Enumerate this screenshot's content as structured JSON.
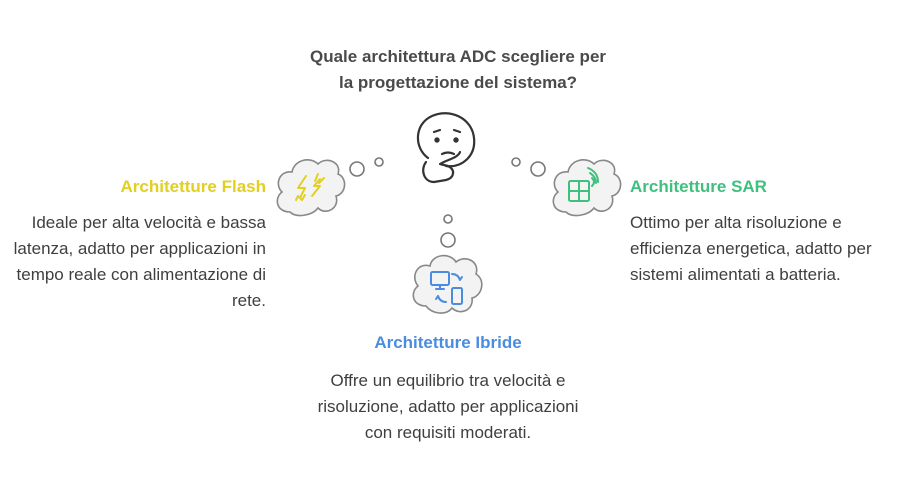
{
  "question": {
    "line1": "Quale architettura ADC scegliere per",
    "line2": "la progettazione del sistema?"
  },
  "options": {
    "flash": {
      "title": "Architetture Flash",
      "desc": "Ideale per alta velocità e bassa latenza, adatto per applicazioni in tempo reale con alimentazione di rete.",
      "color": "#e2cf20"
    },
    "sar": {
      "title": "Architetture SAR",
      "desc": "Ottimo per alta risoluzione e efficienza energetica, adatto per sistemi alimentati a batteria.",
      "color": "#3fc07f"
    },
    "ibride": {
      "title": "Architetture Ibride",
      "desc": "Offre un equilibrio tra velocità e risoluzione, adatto per applicazioni con requisiti moderati.",
      "color": "#4a8de0"
    }
  },
  "icons": {
    "center": "thinking-face-icon",
    "flash": "lightning-flash-icon",
    "sar": "grid-signal-icon",
    "ibride": "devices-sync-icon"
  }
}
